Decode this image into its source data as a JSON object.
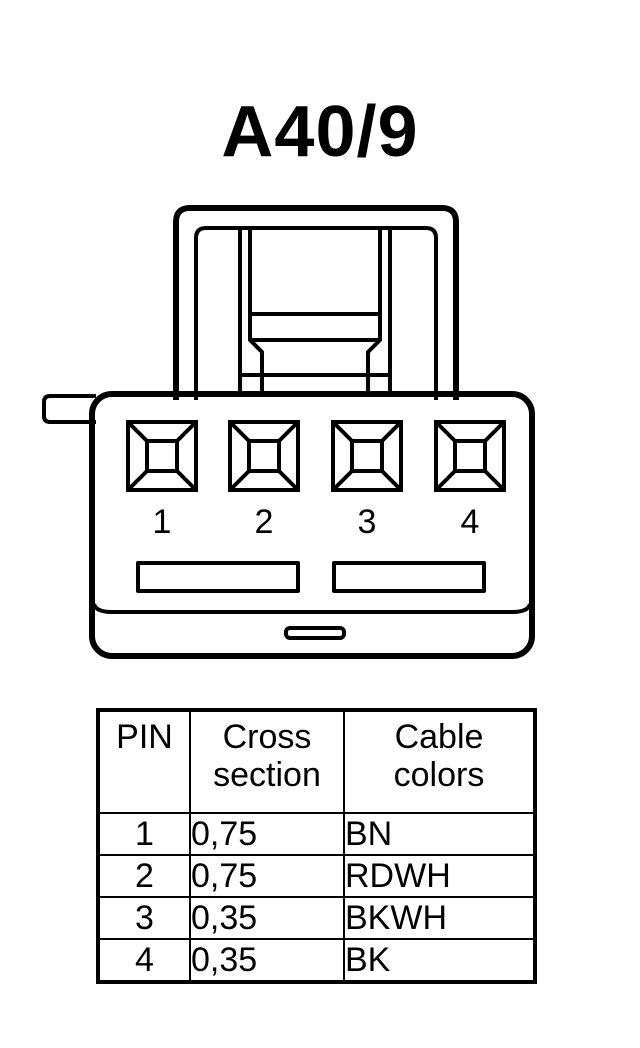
{
  "title": "A40/9",
  "connector": {
    "pins": [
      "1",
      "2",
      "3",
      "4"
    ]
  },
  "table": {
    "headers": [
      "PIN",
      "Cross section",
      "Cable colors"
    ],
    "rows": [
      {
        "pin": "1",
        "cross_section": "0,75",
        "color": "BN"
      },
      {
        "pin": "2",
        "cross_section": "0,75",
        "color": "RDWH"
      },
      {
        "pin": "3",
        "cross_section": "0,35",
        "color": "BKWH"
      },
      {
        "pin": "4",
        "cross_section": "0,35",
        "color": "BK"
      }
    ]
  }
}
